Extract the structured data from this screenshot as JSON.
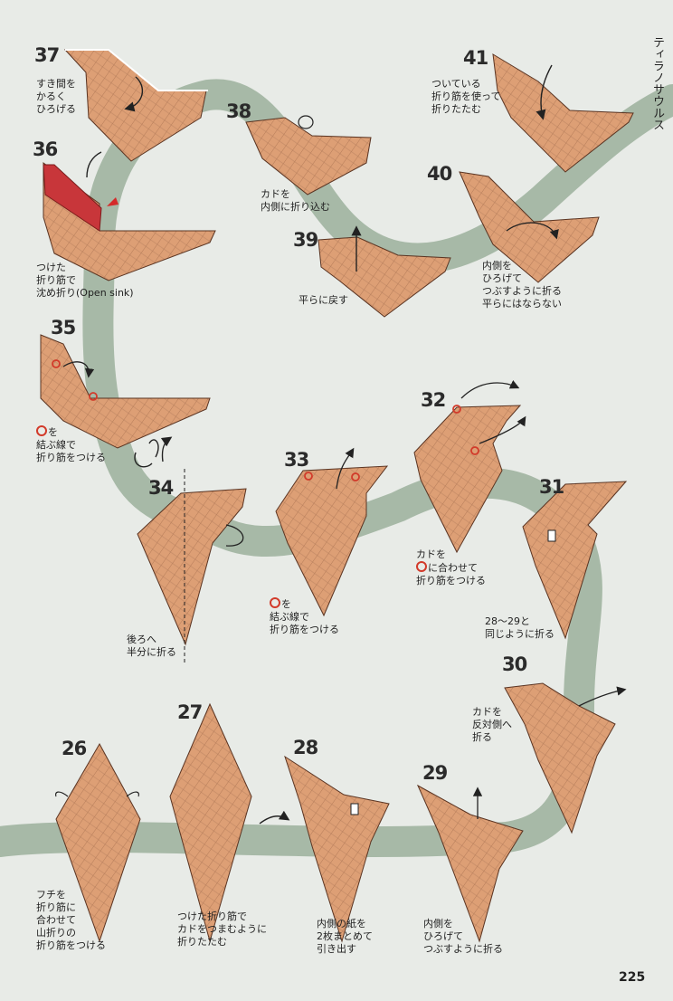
{
  "series_title": "ティラノサウルス",
  "page_number": "225",
  "colors": {
    "paper": "#dd9f75",
    "crease": "#7a4a32",
    "path": "#a7b9a7",
    "accent_red": "#c8363a",
    "background": "#e8ebe7"
  },
  "steps": [
    {
      "id": "37",
      "number": "37",
      "caption": [
        "すき間を",
        "かるく",
        "ひろげる"
      ]
    },
    {
      "id": "36",
      "number": "36",
      "caption": [
        "つけた",
        "折り筋で",
        "沈め折り(Open sink)"
      ]
    },
    {
      "id": "38",
      "number": "38",
      "caption": [
        "カドを",
        "内側に折り込む"
      ]
    },
    {
      "id": "39",
      "number": "39",
      "caption": [
        "平らに戻す"
      ]
    },
    {
      "id": "41",
      "number": "41",
      "caption": [
        "ついている",
        "折り筋を使って",
        "折りたたむ"
      ]
    },
    {
      "id": "40",
      "number": "40",
      "caption": [
        "内側を",
        "ひろげて",
        "つぶすように折る",
        "平らにはならない"
      ]
    },
    {
      "id": "35",
      "number": "35",
      "caption": [
        "を",
        "結ぶ線で",
        "折り筋をつける"
      ]
    },
    {
      "id": "34",
      "number": "34",
      "caption": [
        "後ろへ",
        "半分に折る"
      ]
    },
    {
      "id": "33",
      "number": "33",
      "caption": [
        "を",
        "結ぶ線で",
        "折り筋をつける"
      ]
    },
    {
      "id": "32",
      "number": "32",
      "caption": [
        "カドを",
        "に合わせて",
        "折り筋をつける"
      ]
    },
    {
      "id": "31",
      "number": "31",
      "caption": [
        "28～29と",
        "同じように折る"
      ]
    },
    {
      "id": "30",
      "number": "30",
      "caption": [
        "カドを",
        "反対側へ",
        "折る"
      ]
    },
    {
      "id": "26",
      "number": "26",
      "caption": [
        "フチを",
        "折り筋に",
        "合わせて",
        "山折りの",
        "折り筋をつける"
      ]
    },
    {
      "id": "27",
      "number": "27",
      "caption": [
        "つけた折り筋で",
        "カドをつまむように",
        "折りたたむ"
      ]
    },
    {
      "id": "28",
      "number": "28",
      "caption": [
        "内側の紙を",
        "2枚まとめて",
        "引き出す"
      ]
    },
    {
      "id": "29",
      "number": "29",
      "caption": [
        "内側を",
        "ひろげて",
        "つぶすように折る"
      ]
    }
  ]
}
